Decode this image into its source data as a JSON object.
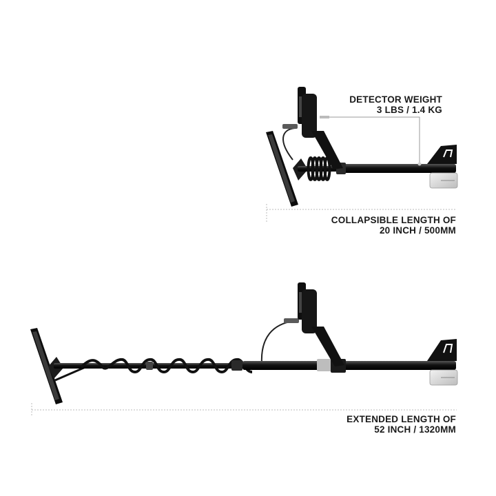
{
  "annotations": {
    "weight": {
      "line1": "DETECTOR  WEIGHT",
      "line2": "3 LBS / 1.4 KG"
    },
    "collapsed_length": {
      "line1": "COLLAPSIBLE LENGTH OF",
      "line2": "20 INCH / 500MM"
    },
    "extended_length": {
      "line1": "EXTENDED LENGTH OF",
      "line2": "52 INCH / 1320MM"
    }
  },
  "colors": {
    "detector_body": "#111111",
    "pointer_line": "#999999",
    "dimension_line": "#bbbbbb",
    "cuff_plate": "#d8d8d8"
  }
}
